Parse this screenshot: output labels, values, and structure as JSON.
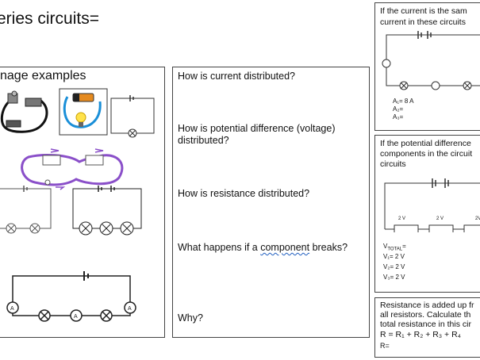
{
  "title": "eries circuits=",
  "image_examples_heading": "nage examples",
  "questions": {
    "q1": "How is current distributed?",
    "q2": "How is potential difference (voltage) distributed?",
    "q3": "How is resistance distributed?",
    "q4_part1": "What happens if a ",
    "q4_word": "component",
    "q4_part2": " breaks?",
    "q5": "Why?"
  },
  "current_box": {
    "line1": "If the current is the sam",
    "line2": "current in these circuits",
    "a1": "A₁= 8 A",
    "a2": "A₂=",
    "a3": "A₃="
  },
  "voltage_box": {
    "line1": "If the potential difference",
    "line2": "components in the circuit",
    "line3": "circuits",
    "label_2v_1": "2 V",
    "label_2v_2": "2 V",
    "label_2v_3": "2V",
    "v_total": "V",
    "v_total_sub": "TOTAL",
    "v_total_suffix": "=",
    "v1": "V₁= 2 V",
    "v2": "V₂= 2 V",
    "v3": "V₃= 2 V"
  },
  "resistance_box": {
    "line1": "Resistance is added up fr",
    "line2": "all resistors. Calculate th",
    "line3": "total resistance in this cir",
    "formula": "R = R₁ + R₂ + R₃ + R₄",
    "result": "R="
  },
  "ammeter_label": "A"
}
